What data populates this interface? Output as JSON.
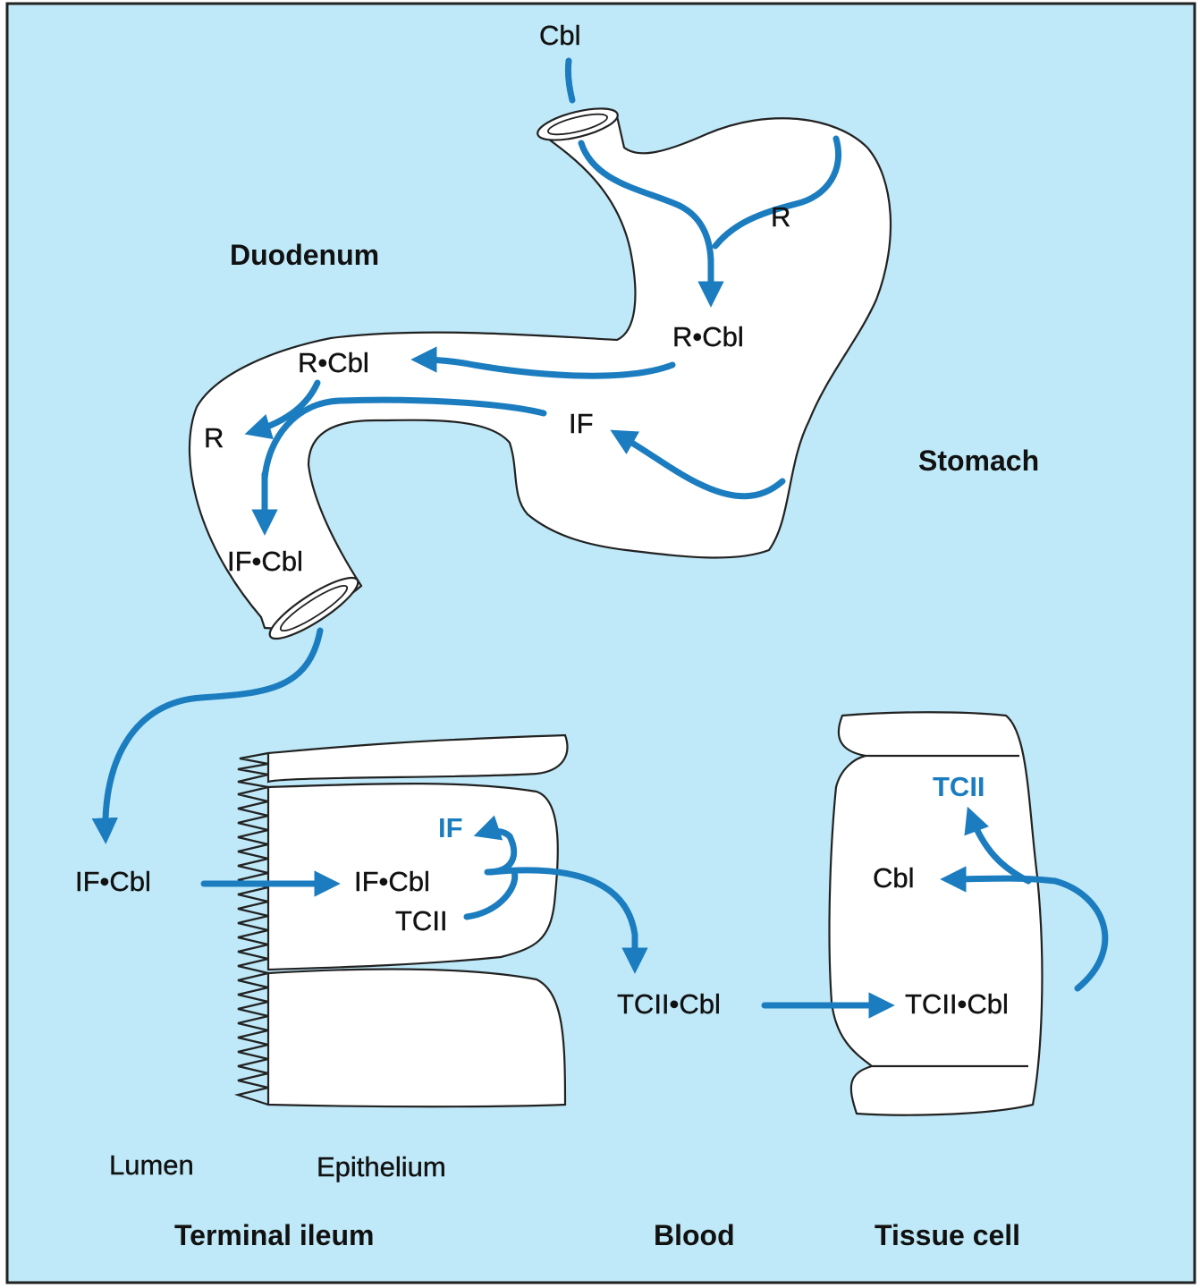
{
  "colors": {
    "background": "#bfe9f8",
    "arrow": "#1b7dbf",
    "organ": "#ffffff",
    "outline": "#222222"
  },
  "labels": {
    "cbl_top": "Cbl",
    "r_stomach": "R",
    "r_cbl_stomach": "R•Cbl",
    "r_cbl_duodenum": "R•Cbl",
    "r_duodenum": "R",
    "if_stomach": "IF",
    "if_cbl_duodenum": "IF•Cbl",
    "if_cbl_lumen": "IF•Cbl",
    "if_cbl_epithelium": "IF•Cbl",
    "if_epithelium": "IF",
    "tcii_epithelium": "TCII",
    "tcii_cbl_blood": "TCII•Cbl",
    "tcii_cbl_tissue": "TCII•Cbl",
    "cbl_tissue": "Cbl",
    "tcii_tissue": "TCII"
  },
  "regions": {
    "duodenum": "Duodenum",
    "stomach": "Stomach",
    "lumen": "Lumen",
    "epithelium": "Epithelium",
    "terminal_ileum": "Terminal ileum",
    "blood": "Blood",
    "tissue_cell": "Tissue cell"
  }
}
